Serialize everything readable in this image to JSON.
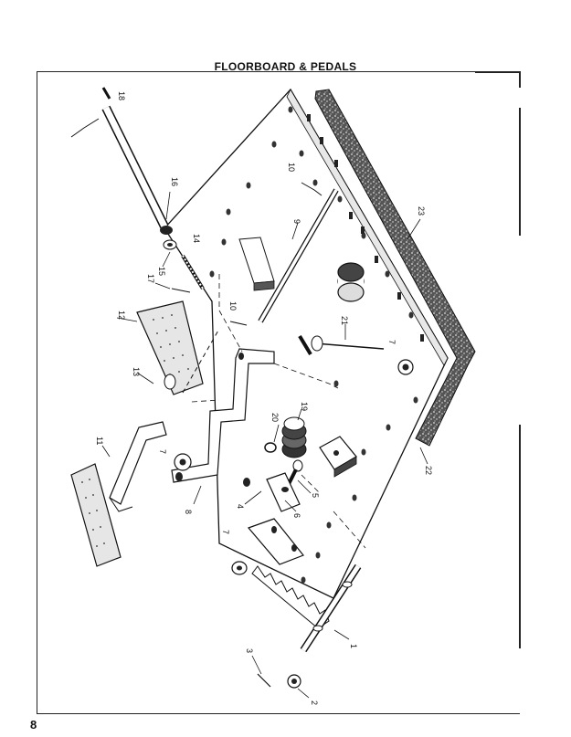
{
  "page": {
    "title": "FLOORBOARD & PEDALS",
    "page_number": "8"
  },
  "callouts": [
    {
      "id": "c1",
      "label": "1"
    },
    {
      "id": "c2",
      "label": "2"
    },
    {
      "id": "c3",
      "label": "3"
    },
    {
      "id": "c4",
      "label": "4"
    },
    {
      "id": "c5",
      "label": "5"
    },
    {
      "id": "c6",
      "label": "6"
    },
    {
      "id": "c7a",
      "label": "7"
    },
    {
      "id": "c7b",
      "label": "7"
    },
    {
      "id": "c7c",
      "label": "7"
    },
    {
      "id": "c8",
      "label": "8"
    },
    {
      "id": "c9",
      "label": "9"
    },
    {
      "id": "c10a",
      "label": "10"
    },
    {
      "id": "c10b",
      "label": "10"
    },
    {
      "id": "c11",
      "label": "11"
    },
    {
      "id": "c12",
      "label": "12"
    },
    {
      "id": "c13",
      "label": "13"
    },
    {
      "id": "c14",
      "label": "14"
    },
    {
      "id": "c15",
      "label": "15"
    },
    {
      "id": "c16",
      "label": "16"
    },
    {
      "id": "c17",
      "label": "17"
    },
    {
      "id": "c18",
      "label": "18"
    },
    {
      "id": "c19",
      "label": "19"
    },
    {
      "id": "c20",
      "label": "20"
    },
    {
      "id": "c21",
      "label": "21"
    },
    {
      "id": "c22",
      "label": "22"
    },
    {
      "id": "c23",
      "label": "23"
    }
  ]
}
